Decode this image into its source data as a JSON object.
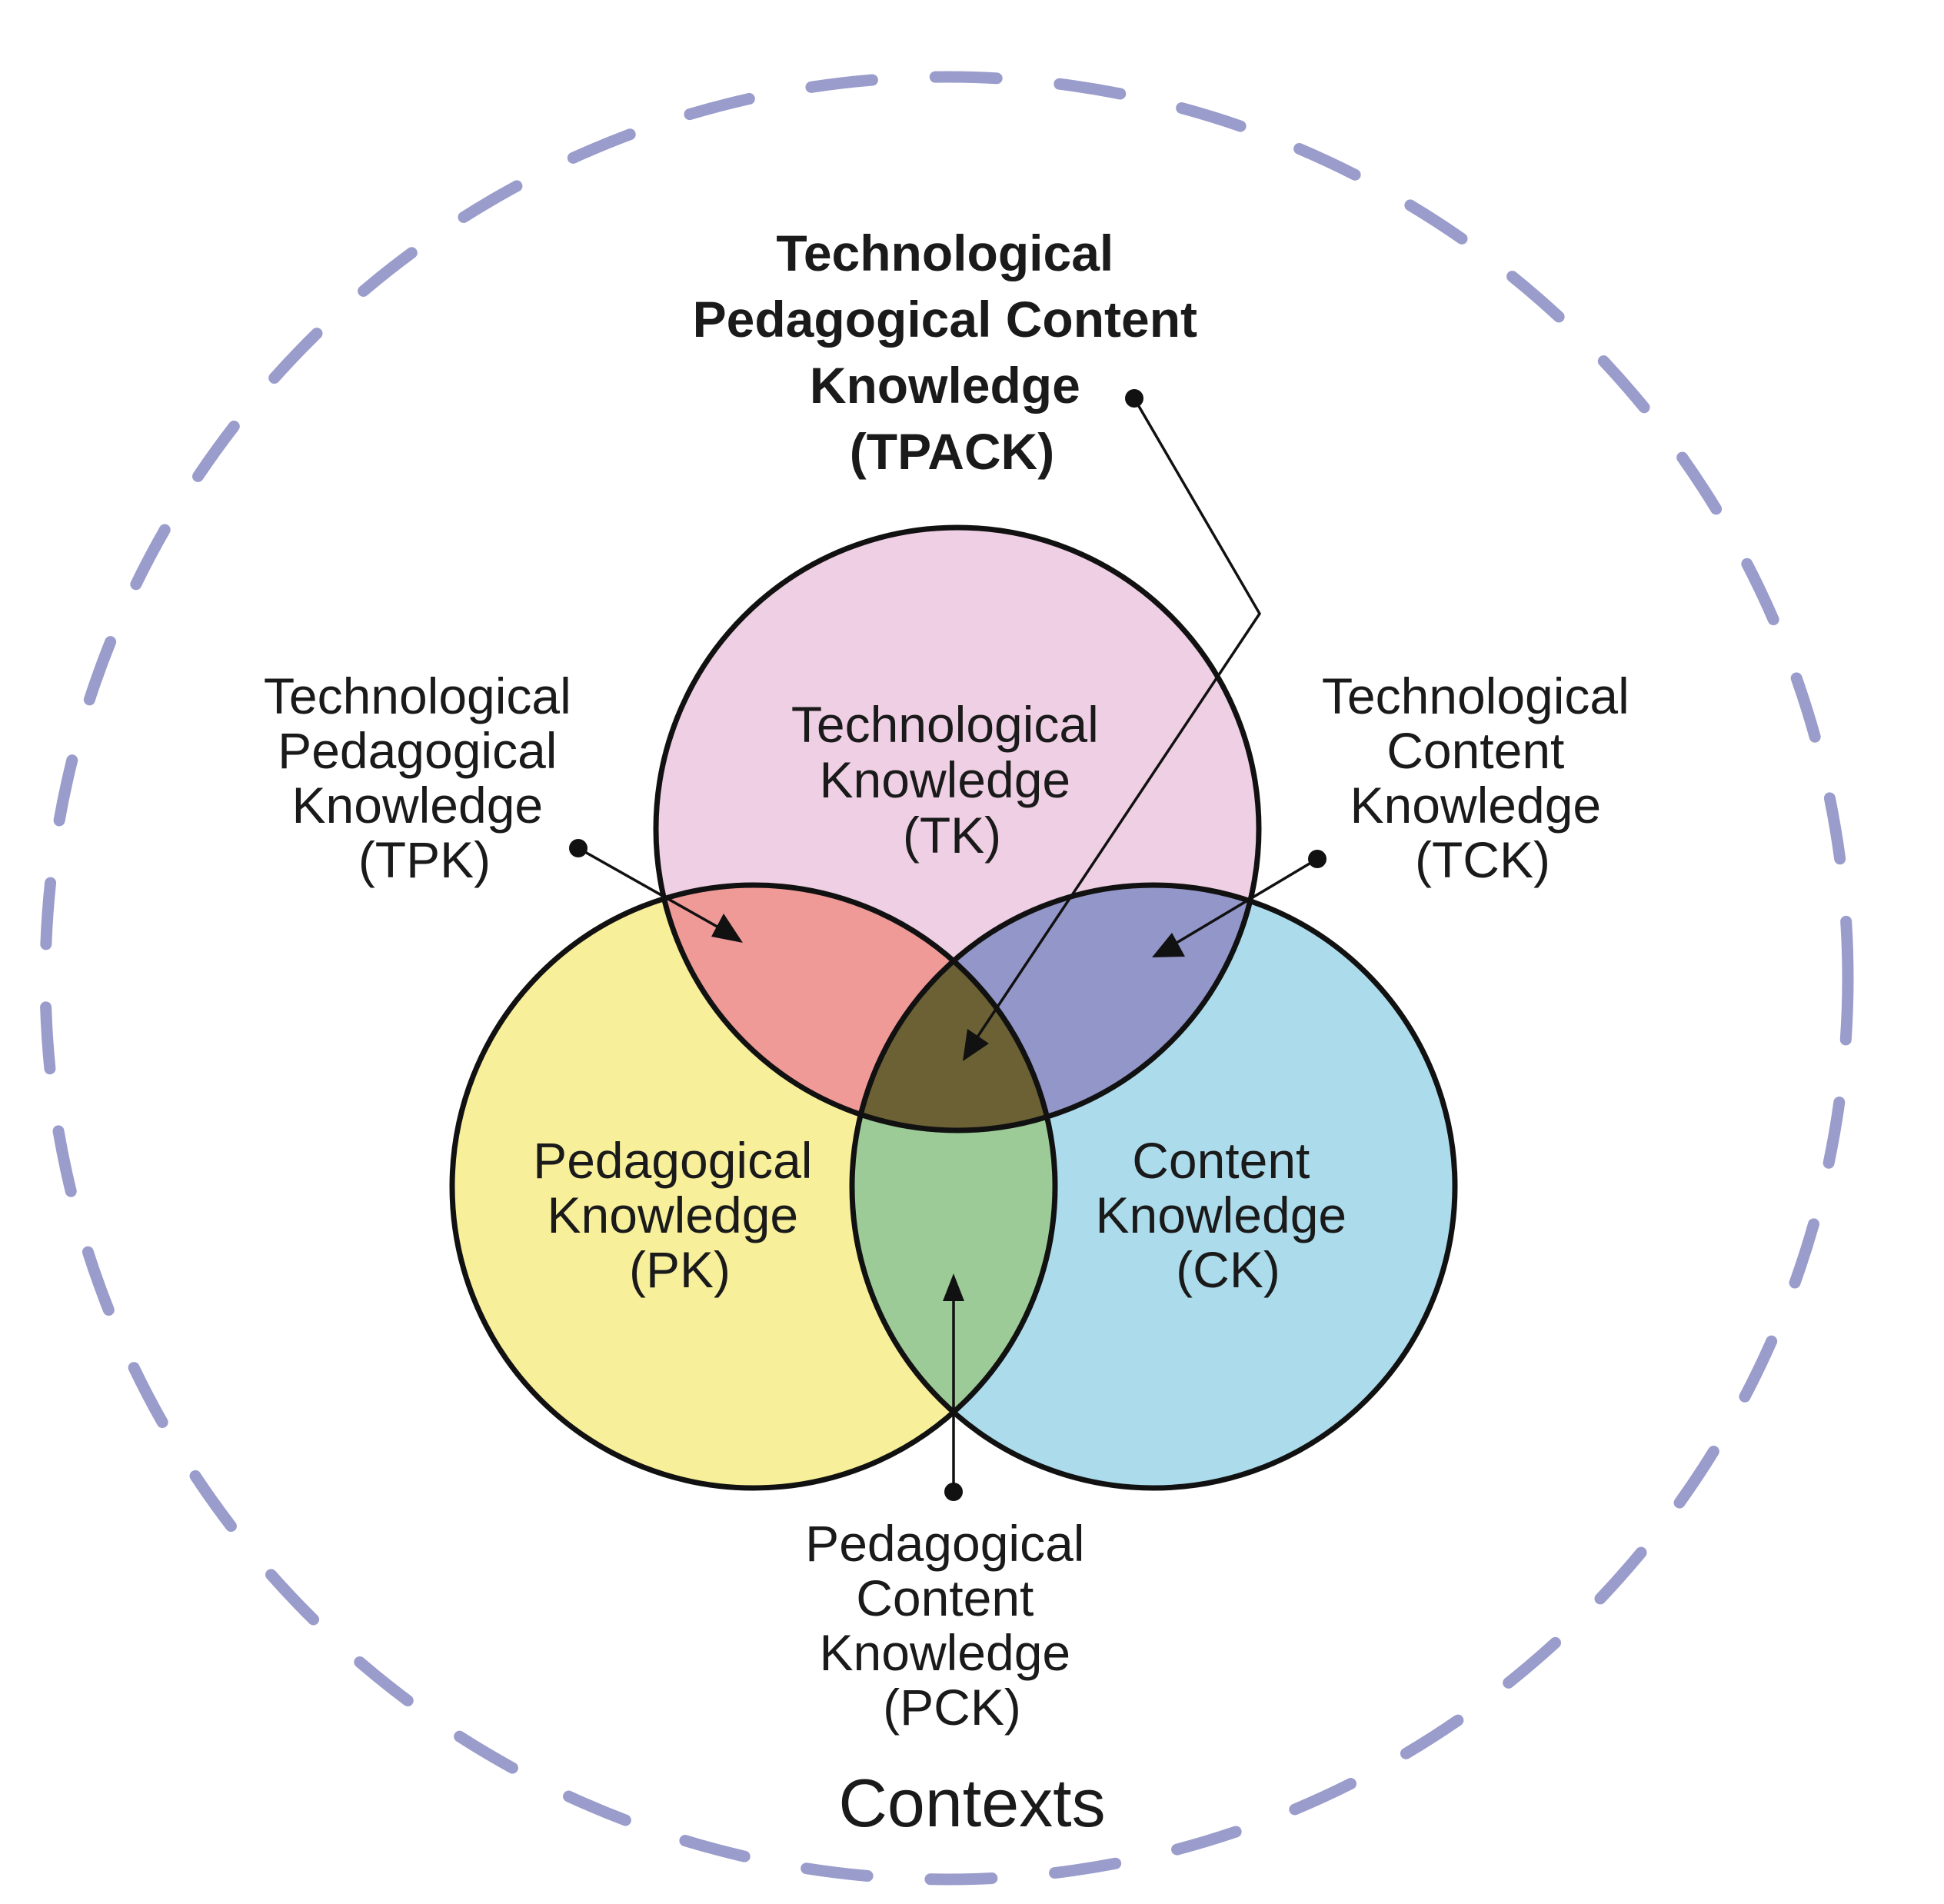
{
  "colors": {
    "context_ring": "#9a9ccb",
    "tk_fill": "#efcfe3",
    "pk_fill": "#f8ef9b",
    "ck_fill": "#acdcec",
    "tpk_fill": "#f09a98",
    "tck_fill": "#9396c9",
    "pck_fill": "#9ccb97",
    "tpack_fill": "#6b6135",
    "outline": "#111111"
  },
  "contexts_label": "Contexts",
  "tpack": {
    "lines": [
      "Technological",
      "Pedagogical Content",
      "Knowledge",
      "(TPACK)"
    ]
  },
  "tk": {
    "lines": [
      "Technological",
      "Knowledge",
      "(TK)"
    ]
  },
  "pk": {
    "lines": [
      "Pedagogical",
      "Knowledge",
      "(PK)"
    ]
  },
  "ck": {
    "lines": [
      "Content",
      "Knowledge",
      "(CK)"
    ]
  },
  "tpk": {
    "lines": [
      "Technological",
      "Pedagogical",
      "Knowledge",
      "(TPK)"
    ]
  },
  "tck": {
    "lines": [
      "Technological",
      "Content",
      "Knowledge",
      "(TCK)"
    ]
  },
  "pck": {
    "lines": [
      "Pedagogical",
      "Content",
      "Knowledge",
      "(PCK)"
    ]
  }
}
